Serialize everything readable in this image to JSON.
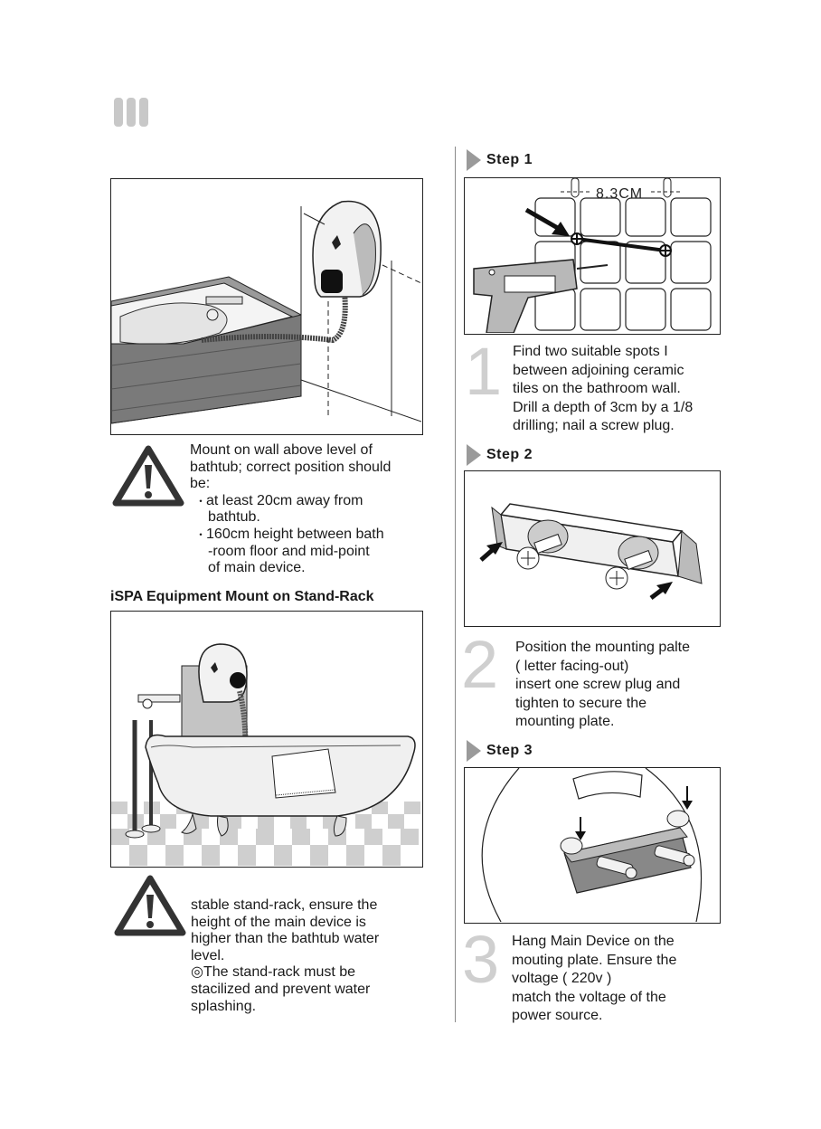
{
  "left": {
    "warning1": {
      "lines": [
        "Mount on wall above level of",
        "bathtub; correct position should",
        "be:"
      ],
      "bullets": [
        [
          "at  least  20cm away from",
          "bathtub."
        ],
        [
          "160cm height between bath",
          "-room floor and mid-point",
          "of main device."
        ]
      ]
    },
    "section_title": "iSPA Equipment Mount on Stand-Rack",
    "warning2": {
      "lines": [
        "stable stand-rack, ensure the",
        "height of the main device is",
        "higher than the bathtub water",
        "level.",
        "◎The stand-rack must be",
        "stacilized and prevent water",
        "splashing."
      ]
    }
  },
  "steps": [
    {
      "heading": "Step 1",
      "number": "1",
      "lines": [
        "Find two suitable spots I",
        "between adjoining ceramic",
        "tiles on the bathroom wall.",
        "Drill a depth of 3cm by a 1/8",
        "drilling; nail a screw plug."
      ],
      "figure_label": "8.3CM"
    },
    {
      "heading": "Step 2",
      "number": "2",
      "lines": [
        "Position the mounting palte",
        "( letter facing-out)",
        "insert one screw plug and",
        "tighten to secure the",
        "mounting plate."
      ]
    },
    {
      "heading": "Step 3",
      "number": "3",
      "lines": [
        "Hang Main Device on the",
        "mouting plate. Ensure the",
        "voltage ( 220v )",
        "match the voltage of the",
        "power source."
      ]
    }
  ],
  "icons": {
    "section_marker": "roman-numeral-three-icon",
    "warning": "warning-triangle-icon",
    "step_marker": "triangle-right-icon"
  },
  "colors": {
    "ink": "#1a1a1a",
    "step_number": "#cfcfcf",
    "marker": "#9a9a9a"
  }
}
